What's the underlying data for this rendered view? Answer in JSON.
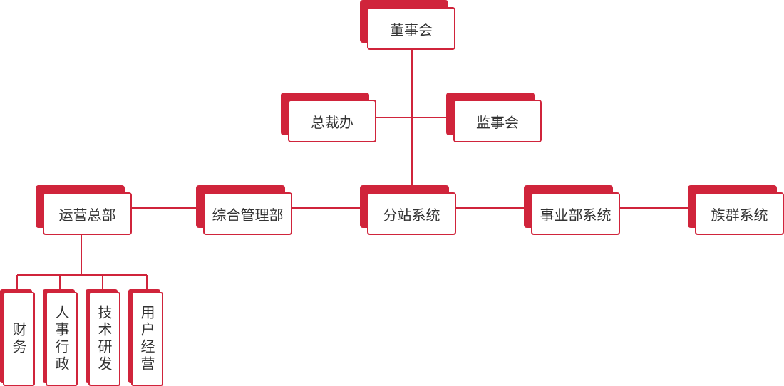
{
  "colors": {
    "accent": "#d0243b",
    "line": "#d0243b",
    "text": "#333333"
  },
  "nodes": {
    "board": "董事会",
    "president_office": "总裁办",
    "supervisory_board": "监事会",
    "operations": "运营总部",
    "general_management": "综合管理部",
    "substation_system": "分站系统",
    "business_division": "事业部系统",
    "group_system": "族群系统",
    "finance": "财务",
    "hr_admin": "人事行政",
    "tech_rd": "技术研发",
    "user_operations": "用户经营"
  }
}
